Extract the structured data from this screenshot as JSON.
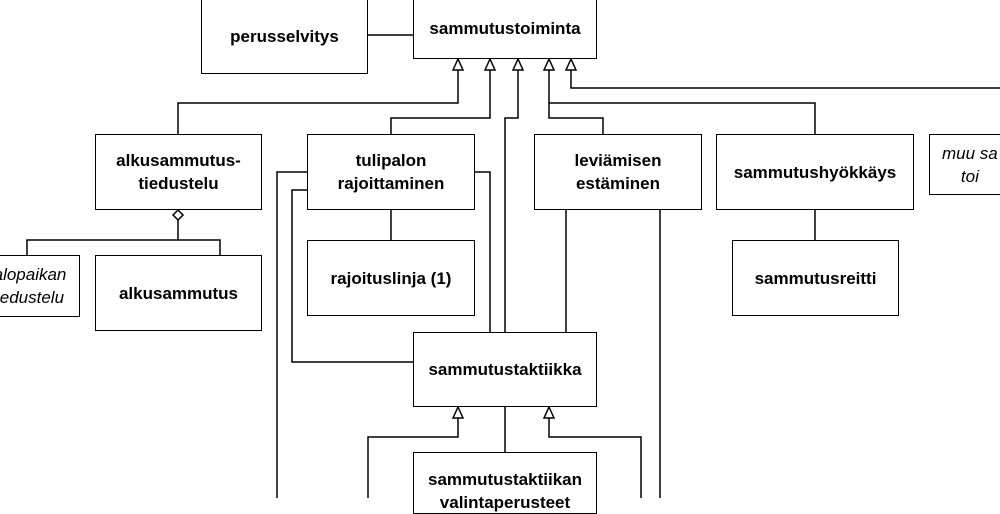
{
  "diagram": {
    "nodes": {
      "perusselvitys": "perusselvitys",
      "sammutustoiminta": "sammutustoiminta",
      "alkusammutustiedustelu": "alkusammutus-\ntiedustelu",
      "tulipalon_rajoittaminen": "tulipalon\nrajoittaminen",
      "leviamisen_estaminen": "leviämisen\nestäminen",
      "sammutushyokkays": "sammutushyökkäys",
      "muu_sammutustoiminta": "muu sa\ntoi",
      "palopaikan_tiedustelu": "alopaikan\niedustelu",
      "alkusammutus": "alkusammutus",
      "rajoituslinja": "rajoituslinja (1)",
      "sammutusreitti": "sammutusreitti",
      "sammutustaktiikka": "sammutustaktiikka",
      "sammutustaktiikan_valinta": "sammutustaktiikan\nvalintaperusteet"
    },
    "relations": [
      {
        "from": "alkusammutustiedustelu",
        "to": "sammutustoiminta",
        "type": "generalization"
      },
      {
        "from": "tulipalon_rajoittaminen",
        "to": "sammutustoiminta",
        "type": "generalization"
      },
      {
        "from": "sammutustaktiikka",
        "to": "sammutustoiminta",
        "type": "generalization"
      },
      {
        "from": "leviamisen_estaminen",
        "to": "sammutustoiminta",
        "type": "generalization"
      },
      {
        "from": "muu_sammutustoiminta",
        "to": "sammutustoiminta",
        "type": "generalization"
      },
      {
        "from": "perusselvitys",
        "to": "sammutustoiminta",
        "type": "association"
      },
      {
        "from": "palopaikan_tiedustelu",
        "to": "alkusammutustiedustelu",
        "type": "aggregation"
      },
      {
        "from": "alkusammutus",
        "to": "alkusammutustiedustelu",
        "type": "aggregation"
      },
      {
        "from": "tulipalon_rajoittaminen",
        "to": "rajoituslinja",
        "type": "association"
      },
      {
        "from": "sammutushyokkays",
        "to": "sammutusreitti",
        "type": "association"
      },
      {
        "from": "sammutustaktiikan_valinta",
        "to": "sammutustaktiikka",
        "type": "association"
      },
      {
        "from": "leviamisen_estaminen",
        "to": "sammutustaktiikka",
        "type": "association"
      }
    ]
  }
}
